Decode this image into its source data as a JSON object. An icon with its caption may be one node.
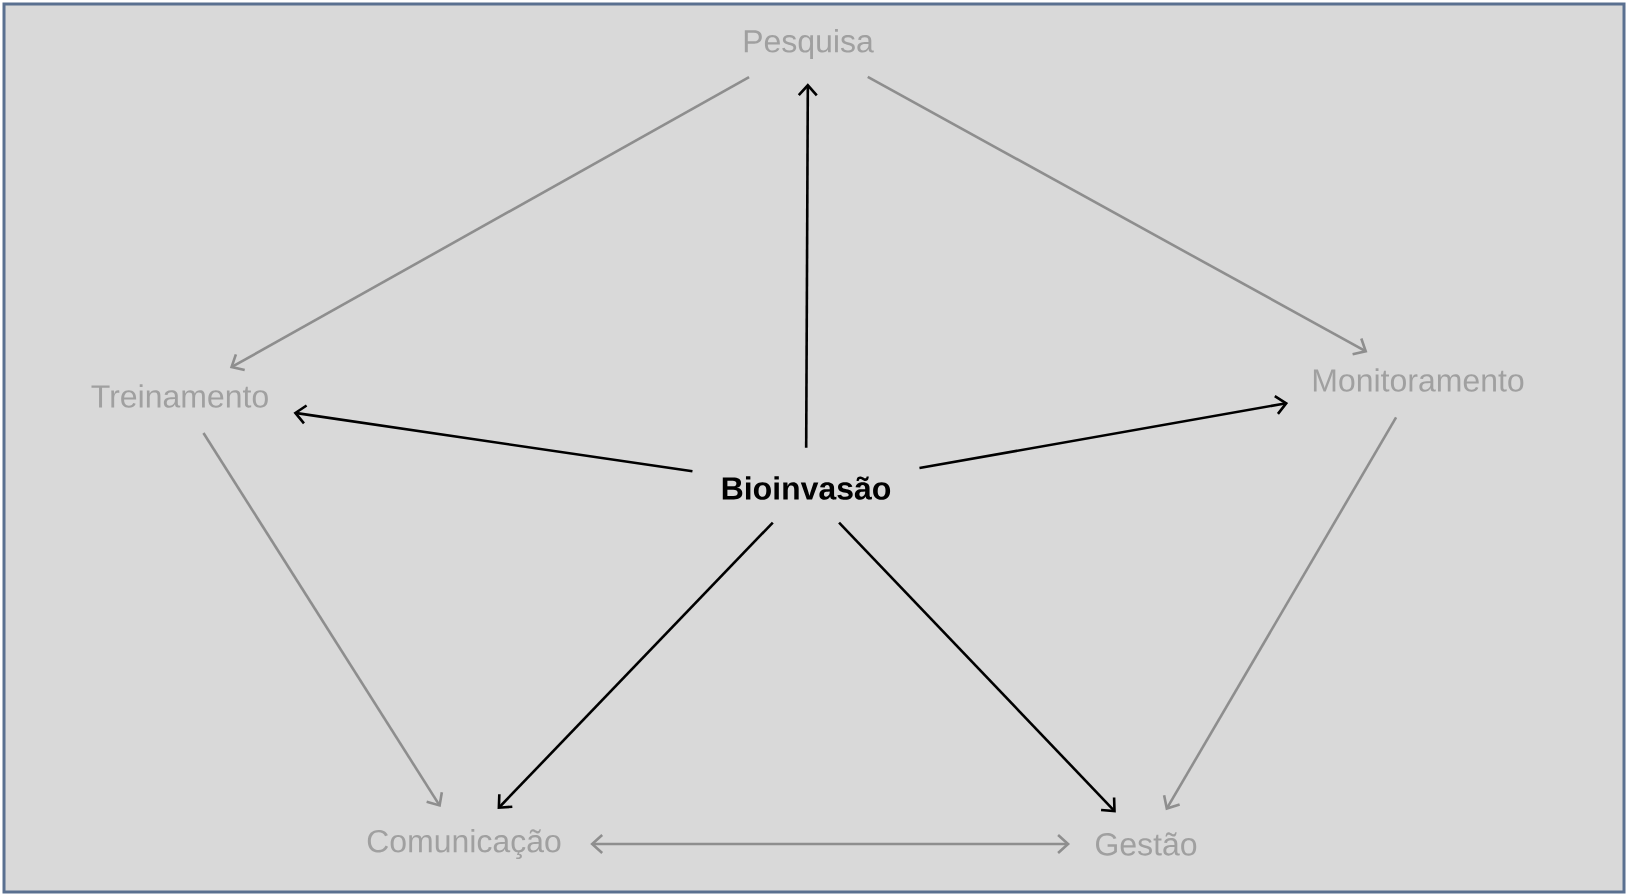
{
  "diagram": {
    "nodes": [
      {
        "text": [
          "Pesquisa"
        ]
      },
      {
        "text": [
          "Treinamento"
        ]
      },
      {
        "text": [
          "Bioinvasão"
        ]
      },
      {
        "text": [
          "Monitoramento"
        ]
      },
      {
        "text": [
          "Comunicação"
        ]
      },
      {
        "text": [
          "Gestão"
        ]
      }
    ],
    "edges": [
      {
        "from": 2,
        "to": 0,
        "arrow": "to",
        "color": "#000000"
      },
      {
        "from": 2,
        "to": 1,
        "arrow": "to",
        "color": "#000000"
      },
      {
        "from": 2,
        "to": 3,
        "arrow": "to",
        "color": "#000000"
      },
      {
        "from": 2,
        "to": 4,
        "arrow": "to",
        "color": "#000000"
      },
      {
        "from": 2,
        "to": 5,
        "arrow": "to",
        "color": "#000000"
      },
      {
        "from": 0,
        "to": 1,
        "arrow": "to",
        "color": "#8e8e8e"
      },
      {
        "from": 0,
        "to": 3,
        "arrow": "to",
        "color": "#8e8e8e"
      },
      {
        "from": 3,
        "to": 5,
        "arrow": "to",
        "color": "#8e8e8e"
      },
      {
        "from": 1,
        "to": 4,
        "arrow": "to",
        "color": "#8e8e8e"
      },
      {
        "from": 4,
        "to": 5,
        "arrow": "both",
        "color": "#8e8e8e"
      }
    ]
  }
}
